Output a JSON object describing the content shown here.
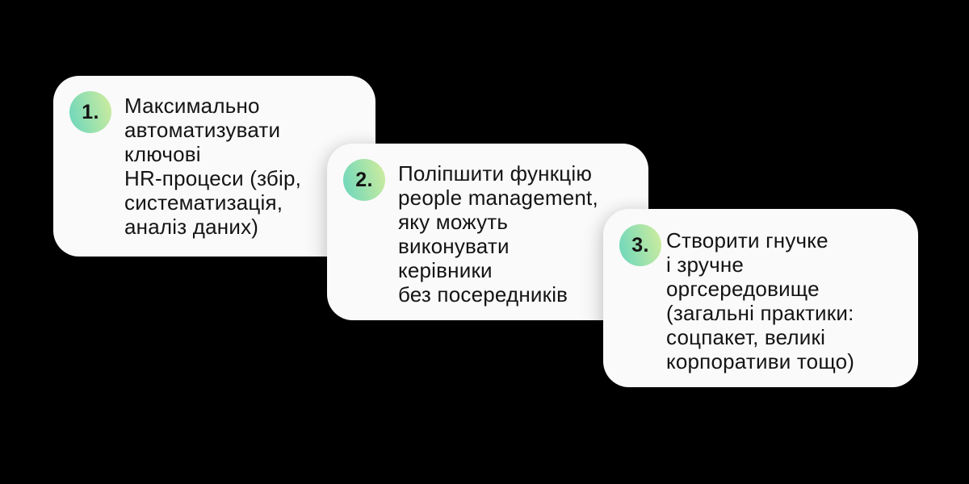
{
  "slide": {
    "background_color": "#000000"
  },
  "colors": {
    "bg": "#000000",
    "card_bg": "#fafafa",
    "text": "#141414",
    "badge_gradient_start": "#6ed7bc",
    "badge_gradient_end": "#cdec9e"
  },
  "cards": [
    {
      "number": "1.",
      "lines": [
        "Максимально",
        "автоматизувати",
        "ключові",
        "HR-процеси (збір,",
        "систематизація,",
        "аналіз даних)"
      ]
    },
    {
      "number": "2.",
      "lines": [
        "Поліпшити функцію",
        "people management,",
        "яку можуть",
        "виконувати",
        "керівники",
        "без посередників"
      ]
    },
    {
      "number": "3.",
      "lines": [
        "Створити гнучке",
        "і зручне",
        "оргсередовище",
        "(загальні практики:",
        "соцпакет, великі",
        "корпоративи тощо)"
      ]
    }
  ]
}
